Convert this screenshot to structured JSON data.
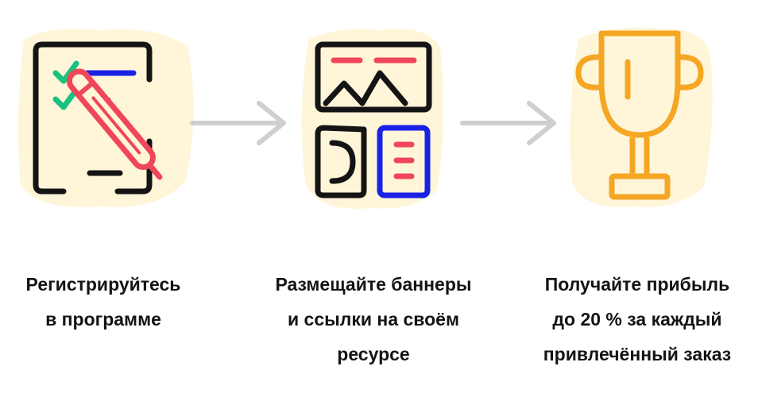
{
  "steps": [
    {
      "icon": "checklist-pencil-icon",
      "caption_lines": [
        "Регистрируйтесь",
        "в программе"
      ]
    },
    {
      "icon": "layout-banner-icon",
      "caption_lines": [
        "Размещайте баннеры",
        "и ссылки на своём",
        "ресурсе"
      ]
    },
    {
      "icon": "trophy-icon",
      "caption_lines": [
        "Получайте прибыль",
        "до 20 % за каждый",
        "привлечённый заказ"
      ]
    }
  ],
  "arrows": [
    "arrow-right-icon",
    "arrow-right-icon"
  ],
  "colors": {
    "ink": "#141414",
    "red": "#f0465a",
    "blue": "#1a22e6",
    "green": "#19c27f",
    "orange": "#f5a623",
    "highlight": "#fff5d9",
    "arrow": "#cfcfcf"
  }
}
